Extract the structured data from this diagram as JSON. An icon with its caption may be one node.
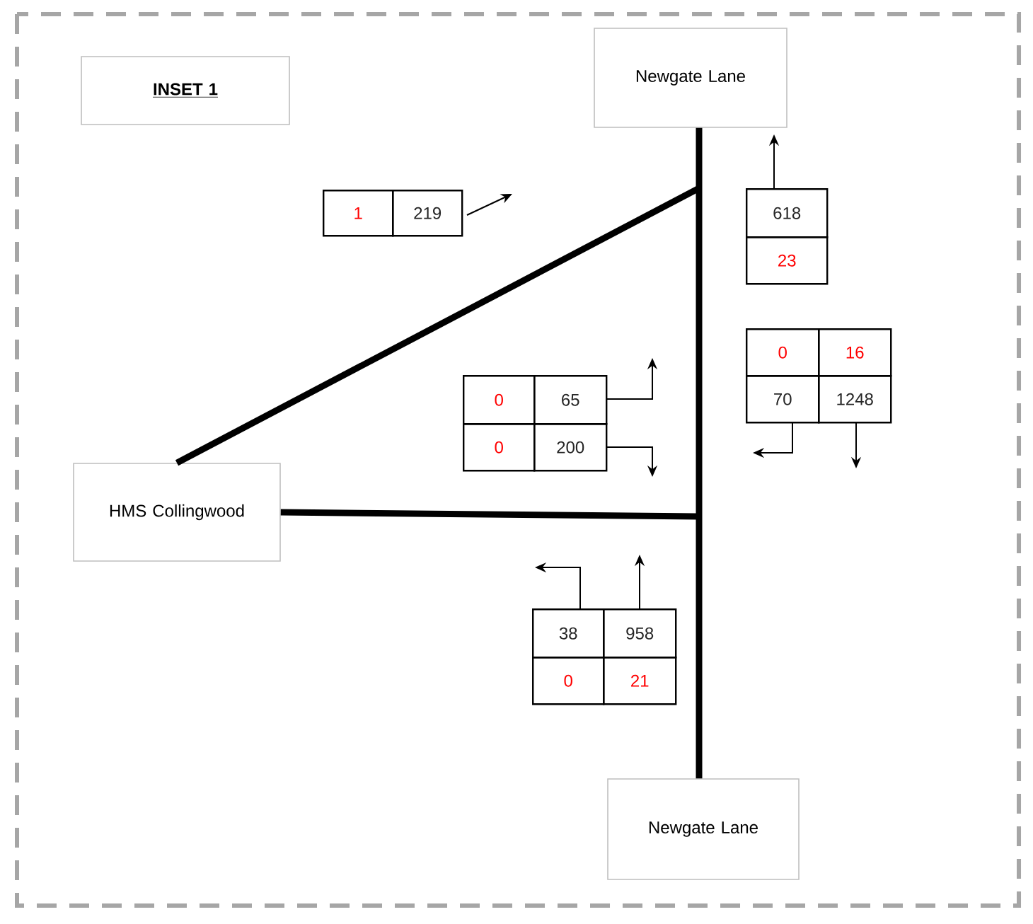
{
  "diagram": {
    "nodes": [
      {
        "text": [
          "INSET 1"
        ]
      },
      {
        "text": [
          "Newgate Lane"
        ]
      },
      {
        "text": [
          "HMS Collingwood"
        ]
      },
      {
        "text": [
          "Newgate Lane"
        ]
      }
    ],
    "edges": [
      {
        "from": 1,
        "to": 3,
        "arrow": "none"
      },
      {
        "from": 2,
        "to": null,
        "arrow": "none"
      },
      {
        "from": 2,
        "to": null,
        "arrow": "none"
      }
    ],
    "labels": [
      "1",
      "219",
      "618",
      "23",
      "0",
      "16",
      "0",
      "65",
      "70",
      "1248",
      "0",
      "200",
      "38",
      "958",
      "0",
      "21"
    ]
  }
}
